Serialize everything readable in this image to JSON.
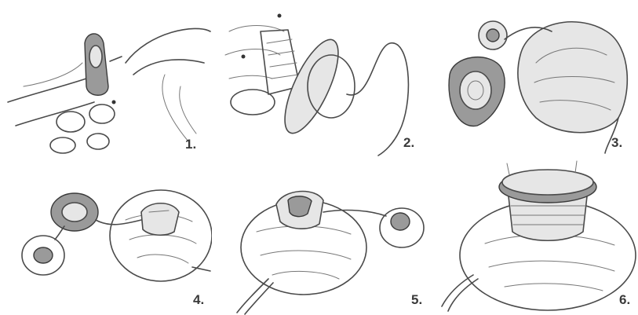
{
  "figure": {
    "step_labels": [
      "1.",
      "2.",
      "3.",
      "4.",
      "5.",
      "6."
    ]
  }
}
